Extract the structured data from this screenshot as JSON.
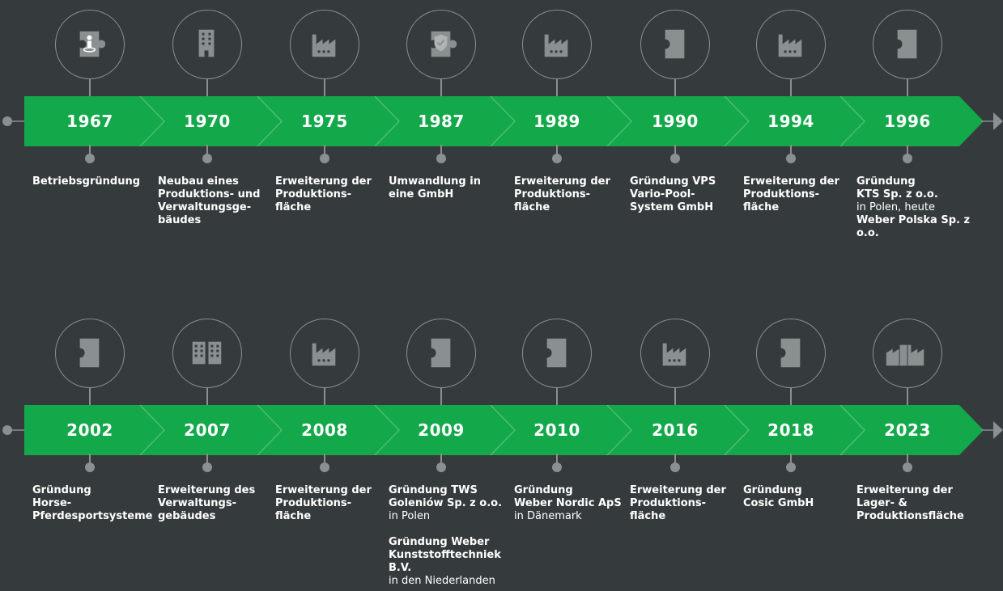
{
  "colors": {
    "background": "#353b3c",
    "band": "#13a84a",
    "line": "#8a8f90",
    "icon_fill": "#8a8f90"
  },
  "rows": [
    {
      "events": [
        {
          "year": "1967",
          "icon": "person-puzzle-icon",
          "lines": [
            {
              "t": "Betriebsgründung",
              "b": true
            }
          ]
        },
        {
          "year": "1970",
          "icon": "building-icon",
          "lines": [
            {
              "t": "Neubau eines",
              "b": true
            },
            {
              "t": "Produktions- und",
              "b": true
            },
            {
              "t": "Verwaltungsge-",
              "b": true
            },
            {
              "t": "bäudes",
              "b": true
            }
          ]
        },
        {
          "year": "1975",
          "icon": "factory-icon",
          "lines": [
            {
              "t": "Erweiterung der",
              "b": true
            },
            {
              "t": "Produktions-",
              "b": true
            },
            {
              "t": "fläche",
              "b": true
            }
          ]
        },
        {
          "year": "1987",
          "icon": "shield-puzzle-icon",
          "lines": [
            {
              "t": "Umwandlung in",
              "b": true
            },
            {
              "t": "eine GmbH",
              "b": true
            }
          ]
        },
        {
          "year": "1989",
          "icon": "factory-icon",
          "lines": [
            {
              "t": "Erweiterung der",
              "b": true
            },
            {
              "t": "Produktions-",
              "b": true
            },
            {
              "t": "fläche",
              "b": true
            }
          ]
        },
        {
          "year": "1990",
          "icon": "puzzle-icon",
          "lines": [
            {
              "t": "Gründung VPS",
              "b": true
            },
            {
              "t": "Vario-Pool-",
              "b": true
            },
            {
              "t": "System GmbH",
              "b": true
            }
          ]
        },
        {
          "year": "1994",
          "icon": "factory-icon",
          "lines": [
            {
              "t": "Erweiterung der",
              "b": true
            },
            {
              "t": "Produktions-",
              "b": true
            },
            {
              "t": "fläche",
              "b": true
            }
          ]
        },
        {
          "year": "1996",
          "icon": "puzzle-icon",
          "lines": [
            {
              "t": "Gründung",
              "b": true
            },
            {
              "t": "KTS Sp. z o.o.",
              "b": true
            },
            {
              "t": "in Polen, heute",
              "b": false
            },
            {
              "t": "Weber Polska Sp. z o.o.",
              "b": true
            }
          ]
        }
      ]
    },
    {
      "events": [
        {
          "year": "2002",
          "icon": "puzzle-icon",
          "lines": [
            {
              "t": "Gründung",
              "b": true
            },
            {
              "t": "Horse-",
              "b": true
            },
            {
              "t": "Pferdesportsysteme",
              "b": true
            }
          ]
        },
        {
          "year": "2007",
          "icon": "office-buildings-icon",
          "lines": [
            {
              "t": "Erweiterung des",
              "b": true
            },
            {
              "t": "Verwaltungs-",
              "b": true
            },
            {
              "t": "gebäudes",
              "b": true
            }
          ]
        },
        {
          "year": "2008",
          "icon": "factory-icon",
          "lines": [
            {
              "t": "Erweiterung der",
              "b": true
            },
            {
              "t": "Produktions-",
              "b": true
            },
            {
              "t": "fläche",
              "b": true
            }
          ]
        },
        {
          "year": "2009",
          "icon": "puzzle-icon",
          "lines": [
            {
              "t": "Gründung TWS",
              "b": true
            },
            {
              "t": "Goleniów Sp. z o.o.",
              "b": true
            },
            {
              "t": "in Polen",
              "b": false
            },
            {
              "t": "",
              "gap": true
            },
            {
              "t": "Gründung Weber",
              "b": true
            },
            {
              "t": "Kunststofftechniek B.V.",
              "b": true
            },
            {
              "t": "in den Niederlanden",
              "b": false
            }
          ]
        },
        {
          "year": "2010",
          "icon": "puzzle-icon",
          "lines": [
            {
              "t": "Gründung",
              "b": true
            },
            {
              "t": "Weber Nordic ApS",
              "b": true
            },
            {
              "t": "in Dänemark",
              "b": false
            }
          ]
        },
        {
          "year": "2016",
          "icon": "factory-icon",
          "lines": [
            {
              "t": "Erweiterung der",
              "b": true
            },
            {
              "t": "Produktions-",
              "b": true
            },
            {
              "t": "fläche",
              "b": true
            }
          ]
        },
        {
          "year": "2018",
          "icon": "puzzle-icon",
          "lines": [
            {
              "t": "Gründung",
              "b": true
            },
            {
              "t": "Cosic GmbH",
              "b": true
            }
          ]
        },
        {
          "year": "2023",
          "icon": "factories-icon",
          "lines": [
            {
              "t": "Erweiterung der",
              "b": true
            },
            {
              "t": "Lager- &",
              "b": true
            },
            {
              "t": "Produktionsfläche",
              "b": true
            }
          ]
        }
      ]
    }
  ]
}
